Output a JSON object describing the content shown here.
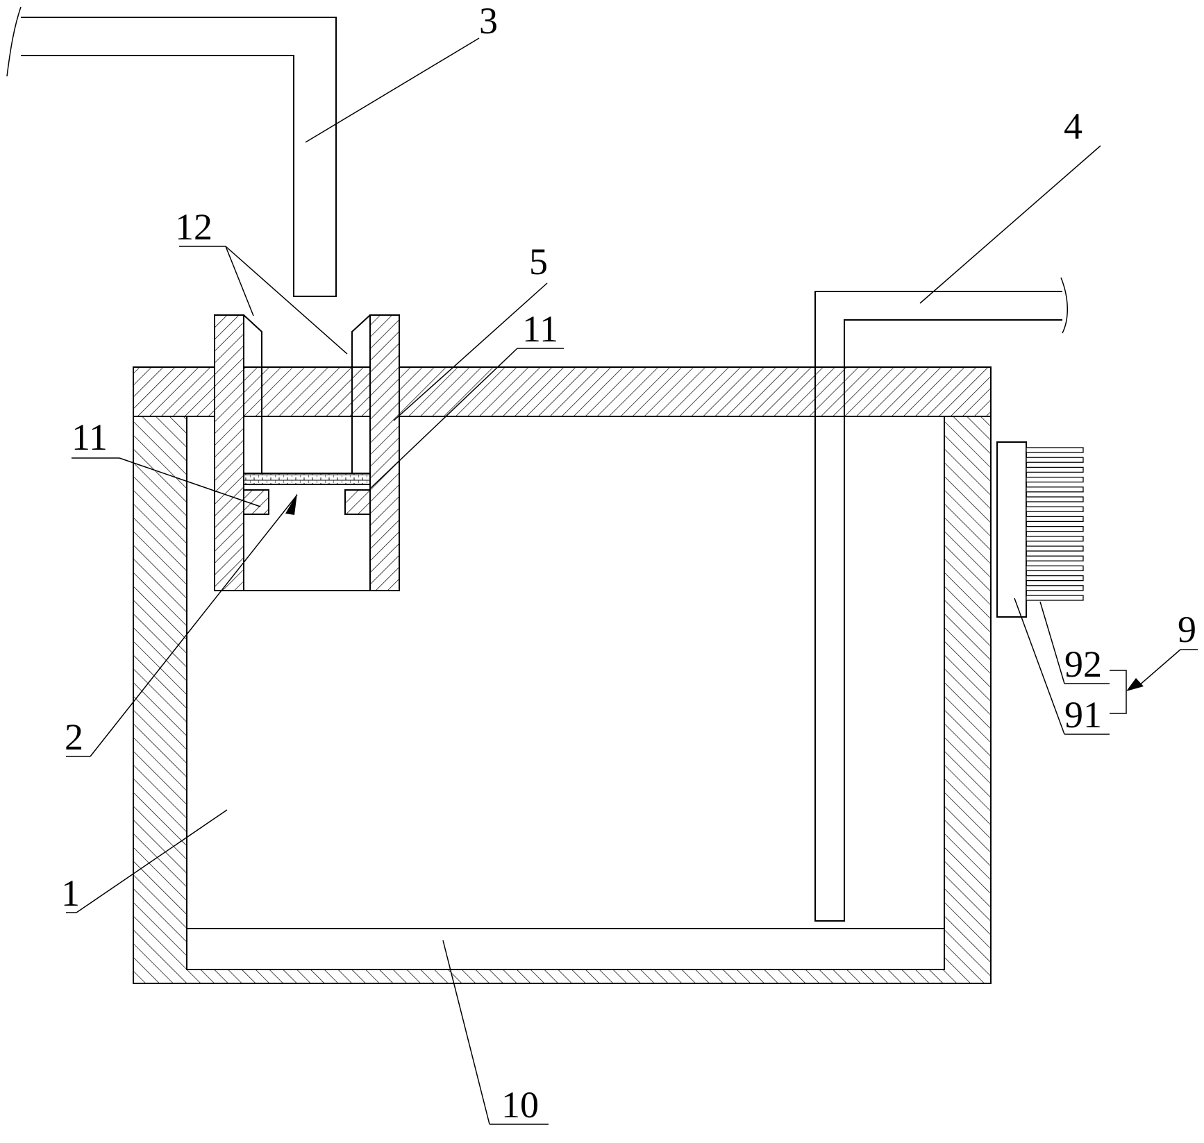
{
  "labels": {
    "l1": "1",
    "l2": "2",
    "l3": "3",
    "l4": "4",
    "l5": "5",
    "l9": "9",
    "l10": "10",
    "l11_left": "11",
    "l11_right": "11",
    "l12": "12",
    "l91": "91",
    "l92": "92"
  },
  "colors": {
    "line": "#000000",
    "background": "#ffffff"
  },
  "parts": [
    "container",
    "filter",
    "inlet-pipe",
    "outlet-pipe",
    "sleeve",
    "heat-sink",
    "bottom-layer",
    "support-block",
    "flange"
  ]
}
